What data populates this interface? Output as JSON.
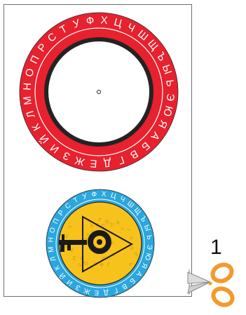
{
  "alphabet": [
    "А",
    "Б",
    "В",
    "Г",
    "Д",
    "Е",
    "Ж",
    "З",
    "И",
    "Й",
    "К",
    "Л",
    "М",
    "Н",
    "О",
    "П",
    "Р",
    "С",
    "Т",
    "У",
    "Ф",
    "Х",
    "Ц",
    "Ч",
    "Ш",
    "Щ",
    "Ъ",
    "Ы",
    "Ь",
    "Э",
    "Ю",
    "Я"
  ],
  "step_number": "1",
  "colors": {
    "outer_ring": "#e8212e",
    "inner_ring_blue": "#2aa7df",
    "inner_disc_yellow": "#f7c21b",
    "scissors_handle": "#f39a2c",
    "ring_border": "#222222"
  },
  "icons": {
    "center_hole": "hole-icon",
    "key": "key-icon",
    "scissors": "scissors-icon"
  }
}
